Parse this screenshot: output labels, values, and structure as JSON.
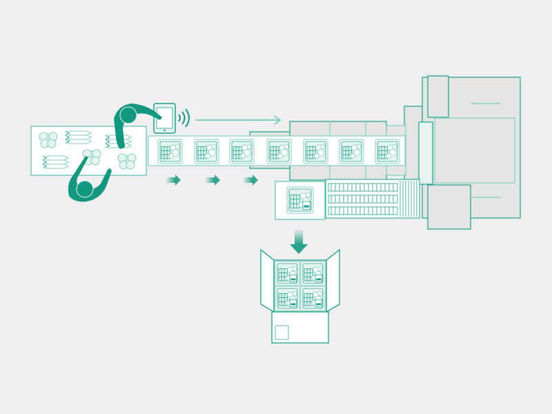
{
  "colors": {
    "background": "#efeff1",
    "accent": "#13977f",
    "line": "#1a9e8a",
    "light_line": "#7fcfc0",
    "machine_fill": "#e4e4e4",
    "tray_fill": "#e6f4f0",
    "white": "#ffffff"
  },
  "icons": [
    "worker-silhouette",
    "tablet-icon",
    "wireless-signal-icon",
    "produce-tray",
    "arrow-right",
    "arrow-down",
    "shipping-box"
  ],
  "trays_on_conveyor": 7,
  "trays_in_box": 4
}
